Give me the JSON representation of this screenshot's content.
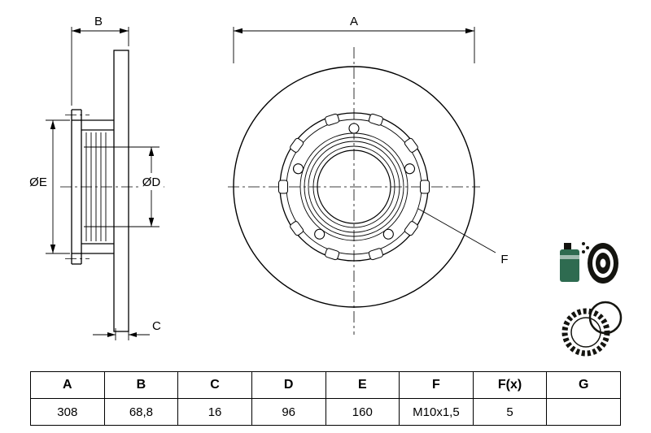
{
  "drawing": {
    "dim_a": "A",
    "dim_b": "B",
    "dim_c": "C",
    "dim_d": "ØD",
    "dim_e": "ØE",
    "dim_f": "F"
  },
  "icons": {
    "spray_can": "spray-can-icon",
    "brake_disc": "brake-disc-icon",
    "abs_ring": "abs-ring-icon",
    "seal_ring": "seal-ring-icon"
  },
  "colors": {
    "line": "#000000",
    "background": "#ffffff",
    "icon_green": "#2e6b50",
    "icon_dark": "#14140f"
  },
  "table": {
    "headers": [
      "A",
      "B",
      "C",
      "D",
      "E",
      "F",
      "F(x)",
      "G"
    ],
    "values": [
      "308",
      "68,8",
      "16",
      "96",
      "160",
      "M10x1,5",
      "5",
      ""
    ]
  }
}
